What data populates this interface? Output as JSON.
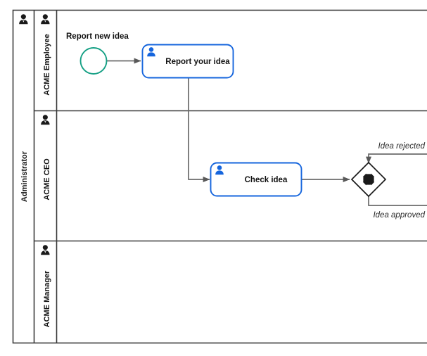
{
  "diagram": {
    "type": "bpmn-collaboration-diagram",
    "pool": {
      "name": "Administrator",
      "icon": "participant-person-icon"
    },
    "lanes": [
      {
        "id": "lane-acme-employee",
        "label": "ACME Employee",
        "icon": "lane-person-icon"
      },
      {
        "id": "lane-acme-ceo",
        "label": "ACME CEO",
        "icon": "lane-person-icon"
      },
      {
        "id": "lane-acme-manager",
        "label": "ACME Manager",
        "icon": "lane-person-icon"
      }
    ],
    "events": [
      {
        "id": "start-event-report-new-idea",
        "kind": "start-event",
        "label": "Report new idea",
        "lane": "ACME Employee",
        "stroke": "#16a085"
      }
    ],
    "tasks": [
      {
        "id": "task-report-your-idea",
        "kind": "user-task",
        "label": "Report your idea",
        "lane": "ACME Employee",
        "icon": "user-task-icon",
        "stroke": "#1565dd"
      },
      {
        "id": "task-check-idea",
        "kind": "user-task",
        "label": "Check idea",
        "lane": "ACME CEO",
        "icon": "user-task-icon",
        "stroke": "#1565dd"
      }
    ],
    "gateways": [
      {
        "id": "gateway-idea-decision",
        "kind": "complex-gateway",
        "marker": "asterisk-cross-marker",
        "label": "",
        "lane": "ACME CEO",
        "stroke": "#111111"
      }
    ],
    "sequence_flows": [
      {
        "id": "flow-start-to-report",
        "label": "",
        "from": "start-event-report-new-idea",
        "to": "task-report-your-idea"
      },
      {
        "id": "flow-report-to-check",
        "label": "",
        "from": "task-report-your-idea",
        "to": "task-check-idea"
      },
      {
        "id": "flow-check-to-gateway",
        "label": "",
        "from": "task-check-idea",
        "to": "gateway-idea-decision"
      },
      {
        "id": "flow-idea-rejected",
        "label": "Idea rejected",
        "from": "gateway-idea-decision",
        "to": ""
      },
      {
        "id": "flow-idea-approved",
        "label": "Idea approved",
        "from": "gateway-idea-decision",
        "to": ""
      }
    ],
    "colors": {
      "task_stroke": "#1565dd",
      "start_event_stroke": "#16a085",
      "connector": "#6b6b6b",
      "lane_border": "#2b2b2b",
      "icon_blue": "#1565dd",
      "text": "#111111",
      "background": "#ffffff"
    }
  }
}
